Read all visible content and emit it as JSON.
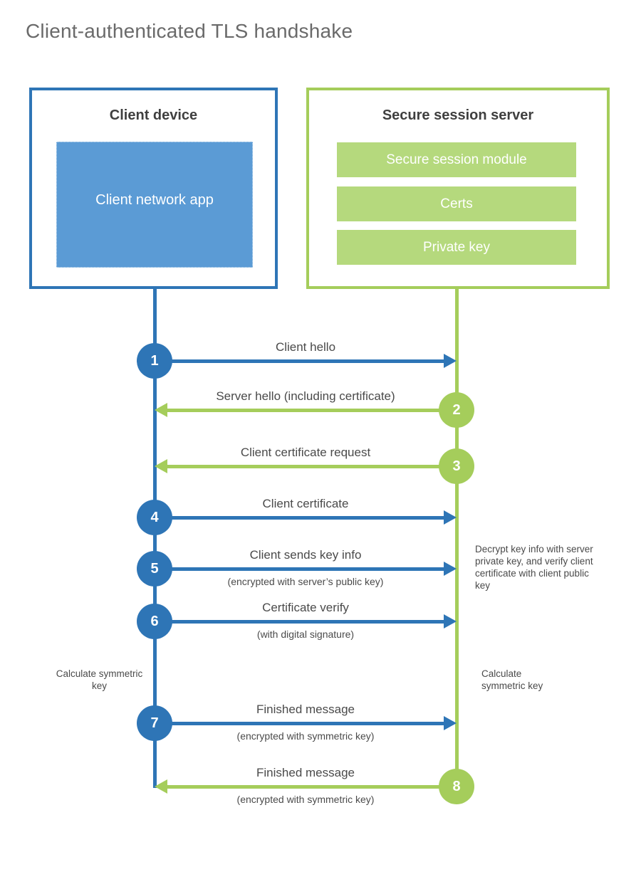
{
  "title": "Client-authenticated TLS handshake",
  "colors": {
    "blue": "#2e75b6",
    "light_blue": "#5b9bd5",
    "green": "#a5cd5b",
    "light_green": "#b5d97d",
    "heading_text": "#3f3f3f",
    "label_text": "#4a4a4a",
    "title_text": "#6a6a6a"
  },
  "client": {
    "title": "Client device",
    "app_label": "Client network app"
  },
  "server": {
    "title": "Secure session server",
    "modules": [
      "Secure session module",
      "Certs",
      "Private key"
    ]
  },
  "steps": [
    {
      "num": "1",
      "label": "Client hello",
      "sublabel": "",
      "direction": "right",
      "actor": "client"
    },
    {
      "num": "2",
      "label": "Server hello (including certificate)",
      "sublabel": "",
      "direction": "left",
      "actor": "server"
    },
    {
      "num": "3",
      "label": "Client certificate request",
      "sublabel": "",
      "direction": "left",
      "actor": "server"
    },
    {
      "num": "4",
      "label": "Client certificate",
      "sublabel": "",
      "direction": "right",
      "actor": "client"
    },
    {
      "num": "5",
      "label": "Client sends key info",
      "sublabel": "(encrypted with server’s public key)",
      "direction": "right",
      "actor": "client"
    },
    {
      "num": "6",
      "label": "Certificate verify",
      "sublabel": "(with digital signature)",
      "direction": "right",
      "actor": "client"
    },
    {
      "num": "7",
      "label": "Finished message",
      "sublabel": "(encrypted with symmetric key)",
      "direction": "right",
      "actor": "client"
    },
    {
      "num": "8",
      "label": "Finished message",
      "sublabel": "(encrypted with symmetric key)",
      "direction": "left",
      "actor": "server"
    }
  ],
  "annotations": {
    "server_note": "Decrypt key info with server private key, and verify client certificate with client public key",
    "calc_left": "Calculate symmetric key",
    "calc_right": "Calculate symmetric key"
  }
}
